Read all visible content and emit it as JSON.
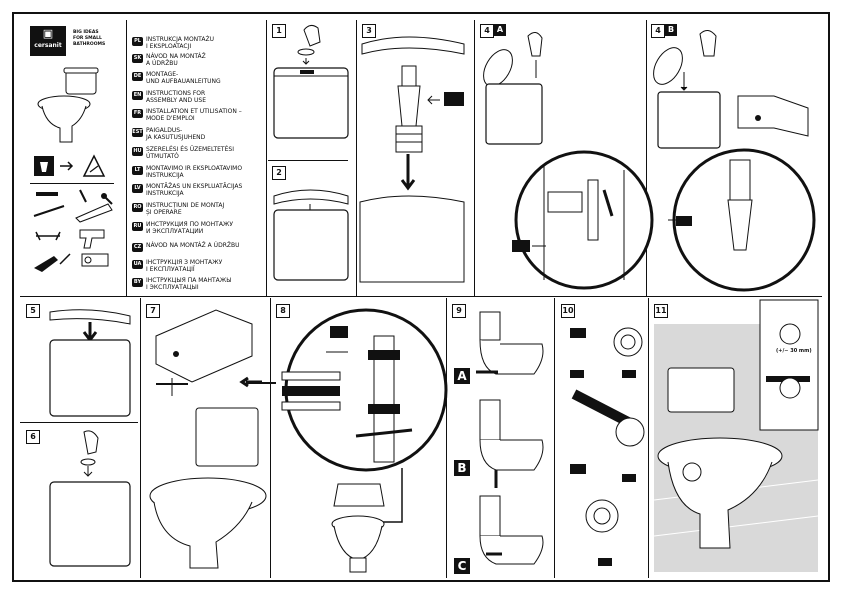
{
  "brand": {
    "name": "cersanit",
    "tagline": "BIG IDEAS\nFOR SMALL\nBATHROOMS"
  },
  "languages": [
    {
      "code": "PL",
      "text": "INSTRUKCJA MONTAŻU\nI EKSPLOATACJI"
    },
    {
      "code": "SK",
      "text": "NÁVOD NA MONTÁŽ\nA ÚDRŽBU"
    },
    {
      "code": "DE",
      "text": "MONTAGE-\nUND AUFBAUANLEITUNG"
    },
    {
      "code": "EN",
      "text": "INSTRUCTIONS FOR\nASSEMBLY AND USE"
    },
    {
      "code": "FR",
      "text": "INSTALLATION ET UTILISATION –\nMODE D'EMPLOI"
    },
    {
      "code": "EST",
      "text": "PAIGALDUS-\nJA KASUTUSJUHEND"
    },
    {
      "code": "HU",
      "text": "SZERELÉSI ÉS ÜZEMELTETÉSI\nÚTMUTATÓ"
    },
    {
      "code": "LT",
      "text": "MONTAVIMO IR EKSPLOATAVIMO\nINSTRUKCIJA"
    },
    {
      "code": "LV",
      "text": "MONTĀŽAS UN EKSPLUATĀCIJAS\nINSTRUKCIJA"
    },
    {
      "code": "RO",
      "text": "INSTRUCȚIUNI DE MONTAJ\nȘI OPERARE"
    },
    {
      "code": "RU",
      "text": "ИНСТРУКЦИЯ ПО МОНТАЖУ\nИ ЭКСПЛУАТАЦИИ"
    },
    {
      "code": "CZ",
      "text": "NÁVOD NA MONTÁŽ A ÚDRŽBU"
    },
    {
      "code": "UA",
      "text": "ІНСТРУКЦІЯ З МОНТАЖУ\nІ ЕКСПЛУАТАЦІЇ"
    },
    {
      "code": "BY",
      "text": "ІНСТРУКЦЫЯ ПА МАНТАЖЫ\nІ ЭКСПЛУАТАЦЫІ"
    }
  ],
  "steps": [
    "1",
    "2",
    "3",
    "4",
    "4",
    "5",
    "6",
    "7",
    "8",
    "9",
    "10",
    "11"
  ],
  "step_variants": {
    "s4a": "A",
    "s4b": "B",
    "s9a": "A",
    "s9b": "B",
    "s9c": "C"
  },
  "dimension_note": "(+/− 30 mm)",
  "colors": {
    "ink": "#111111",
    "paper": "#ffffff",
    "tile": "#d9d9d9"
  }
}
